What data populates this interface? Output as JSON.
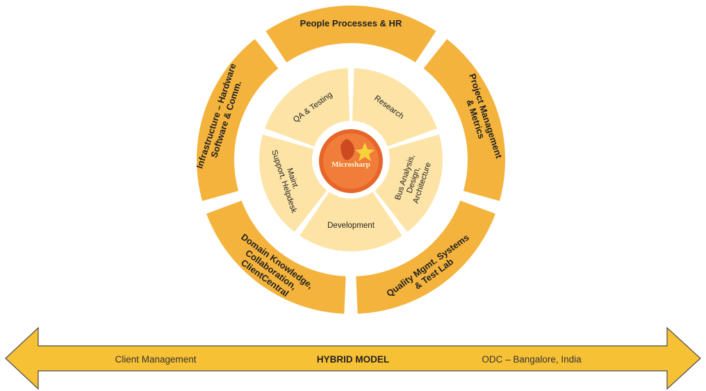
{
  "colors": {
    "outer_ring": "#f4b33c",
    "inner_ring": "#fde4a6",
    "center_disc": "#e8652a",
    "arrow_fill": "#f7c136",
    "arrow_stroke": "#4a4a4a"
  },
  "outer_segments": [
    {
      "lines": [
        "People Processes & HR"
      ]
    },
    {
      "lines": [
        "Project Management",
        "& Metrics"
      ]
    },
    {
      "lines": [
        "Quality Mgmt. Systems",
        "& Test Lab"
      ]
    },
    {
      "lines": [
        "Domain Knowledge,",
        "Collaboration,",
        "ClientCentral"
      ]
    },
    {
      "lines": [
        "Infrastructure – Hardware",
        "Software & Comm."
      ]
    }
  ],
  "inner_segments": [
    {
      "lines": [
        "Research"
      ]
    },
    {
      "lines": [
        "Bus Analysis,",
        "Design,",
        "Architecture"
      ]
    },
    {
      "lines": [
        "Development"
      ]
    },
    {
      "lines": [
        "Maint.",
        "Support, Helpdesk"
      ]
    },
    {
      "lines": [
        "QA & Testing"
      ]
    }
  ],
  "logo": {
    "text": "Microsharp"
  },
  "arrow": {
    "left": "Client Management",
    "center": "HYBRID MODEL",
    "right": "ODC – Bangalore, India"
  }
}
